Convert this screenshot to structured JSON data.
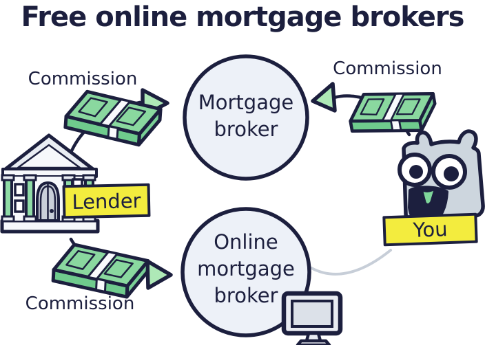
{
  "title": "Free online mortgage brokers",
  "nodes": {
    "lender": {
      "label": "Lender"
    },
    "mortgage_broker": {
      "line1": "Mortgage",
      "line2": "broker"
    },
    "online_mortgage_broker": {
      "line1": "Online",
      "line2": "mortgage",
      "line3": "broker"
    },
    "you": {
      "label": "You"
    }
  },
  "flows": {
    "lender_to_broker": {
      "label": "Commission"
    },
    "you_to_broker": {
      "label": "Commission"
    },
    "lender_to_online_broker": {
      "label": "Commission"
    }
  },
  "icons": {
    "bank": "bank-building-icon",
    "money": "money-stack-icon",
    "arrow": "arrow-triangle-icon",
    "owl": "owl-character-icon",
    "monitor": "computer-monitor-icon"
  },
  "colors": {
    "navy": "#1c1f3e",
    "yellow": "#f3ec3e",
    "money_green": "#8ad89f",
    "money_green_dark": "#6fcb8d",
    "money_green_side": "#79d096",
    "arrow_green": "#aee9b7",
    "column_green": "#8fdca6",
    "circle_fill": "#edf1f8",
    "owl_gray": "#cdd6de",
    "monitor_gray": "#e9ecf2",
    "connector_gray": "#c7ced8",
    "bank_light": "#e9edf3"
  }
}
